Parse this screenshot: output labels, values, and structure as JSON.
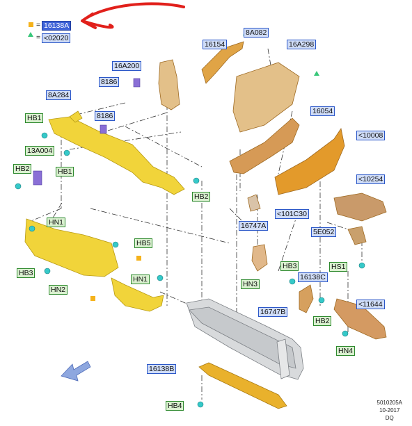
{
  "legend": {
    "square_label": "16138A",
    "triangle_label": "<02020",
    "square_color": "#f5b21b",
    "triangle_color": "#39c77a"
  },
  "labels": {
    "p16138A": "16138A",
    "p8A082": "8A082",
    "p16154": "16154",
    "p16A298": "16A298",
    "p16A200": "16A200",
    "p8186a": "8186",
    "p8A284": "8A284",
    "p8186b": "8186",
    "p16054": "16054",
    "p10008": "<10008",
    "p10254": "<10254",
    "p101C30": "<101C30",
    "p16747A": "16747A",
    "p5E052": "5E052",
    "p16138C": "16138C",
    "p11644": "<11644",
    "p16747B": "16747B",
    "p16138B": "16138B"
  },
  "fasteners": {
    "hb1a": "HB1",
    "a13A004": "13A004",
    "hb2a": "HB2",
    "hb1b": "HB1",
    "hb2b": "HB2",
    "hn1a": "HN1",
    "hb5": "HB5",
    "hb3a": "HB3",
    "hn2": "HN2",
    "hn1b": "HN1",
    "hb3b": "HB3",
    "hs1": "HS1",
    "hn3": "HN3",
    "hb2c": "HB2",
    "hn4": "HN4",
    "hb4": "HB4"
  },
  "footer": {
    "ref": "5010205A",
    "date": "10-2017",
    "code": "DQ"
  },
  "colors": {
    "yellow_part": "#f1d43a",
    "orange_part": "#e0a446",
    "tan_part": "#e3c089",
    "gray_part": "#d4d6d8",
    "purple_part": "#8a6fd6",
    "fastener": "#36c9c9",
    "arrow_red": "#e1201b",
    "view_arrow": "#8ea7df"
  }
}
